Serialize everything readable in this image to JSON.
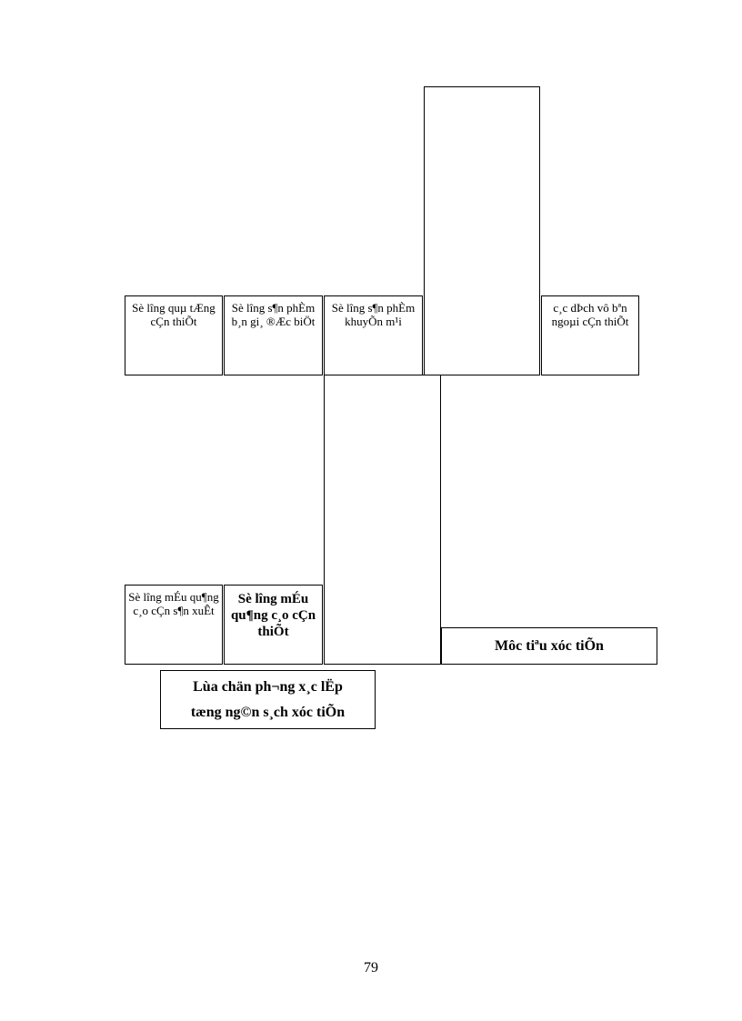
{
  "diagram": {
    "boxes": {
      "labor_needed": "Sè l­îng quµ tÆng cÇn thiÕt",
      "products_sold": "Sè l­îng s¶n phÈm b¸n gi¸ ®Æc biÖt",
      "promo_products": "Sè l­îng s¶n phÈm khuyÕn m¹i",
      "external_services": "c¸c dÞch vô bªn ngoµi cÇn thiÕt",
      "samples_needed": "Sè l­îng mÉu qu¶ng c¸o cÇn s¶n xuÊt",
      "ad_samples": "Sè l­îng mÉu qu¶ng c¸o cÇn thiÕt",
      "promo_goal": "Môc tiªu xóc tiÕn"
    },
    "strategy": {
      "line1": "Lùa chän ph­¬ng  x¸c lËp",
      "line2": "tæng ng©n s¸ch xóc tiÕn"
    }
  },
  "page_number": "79"
}
